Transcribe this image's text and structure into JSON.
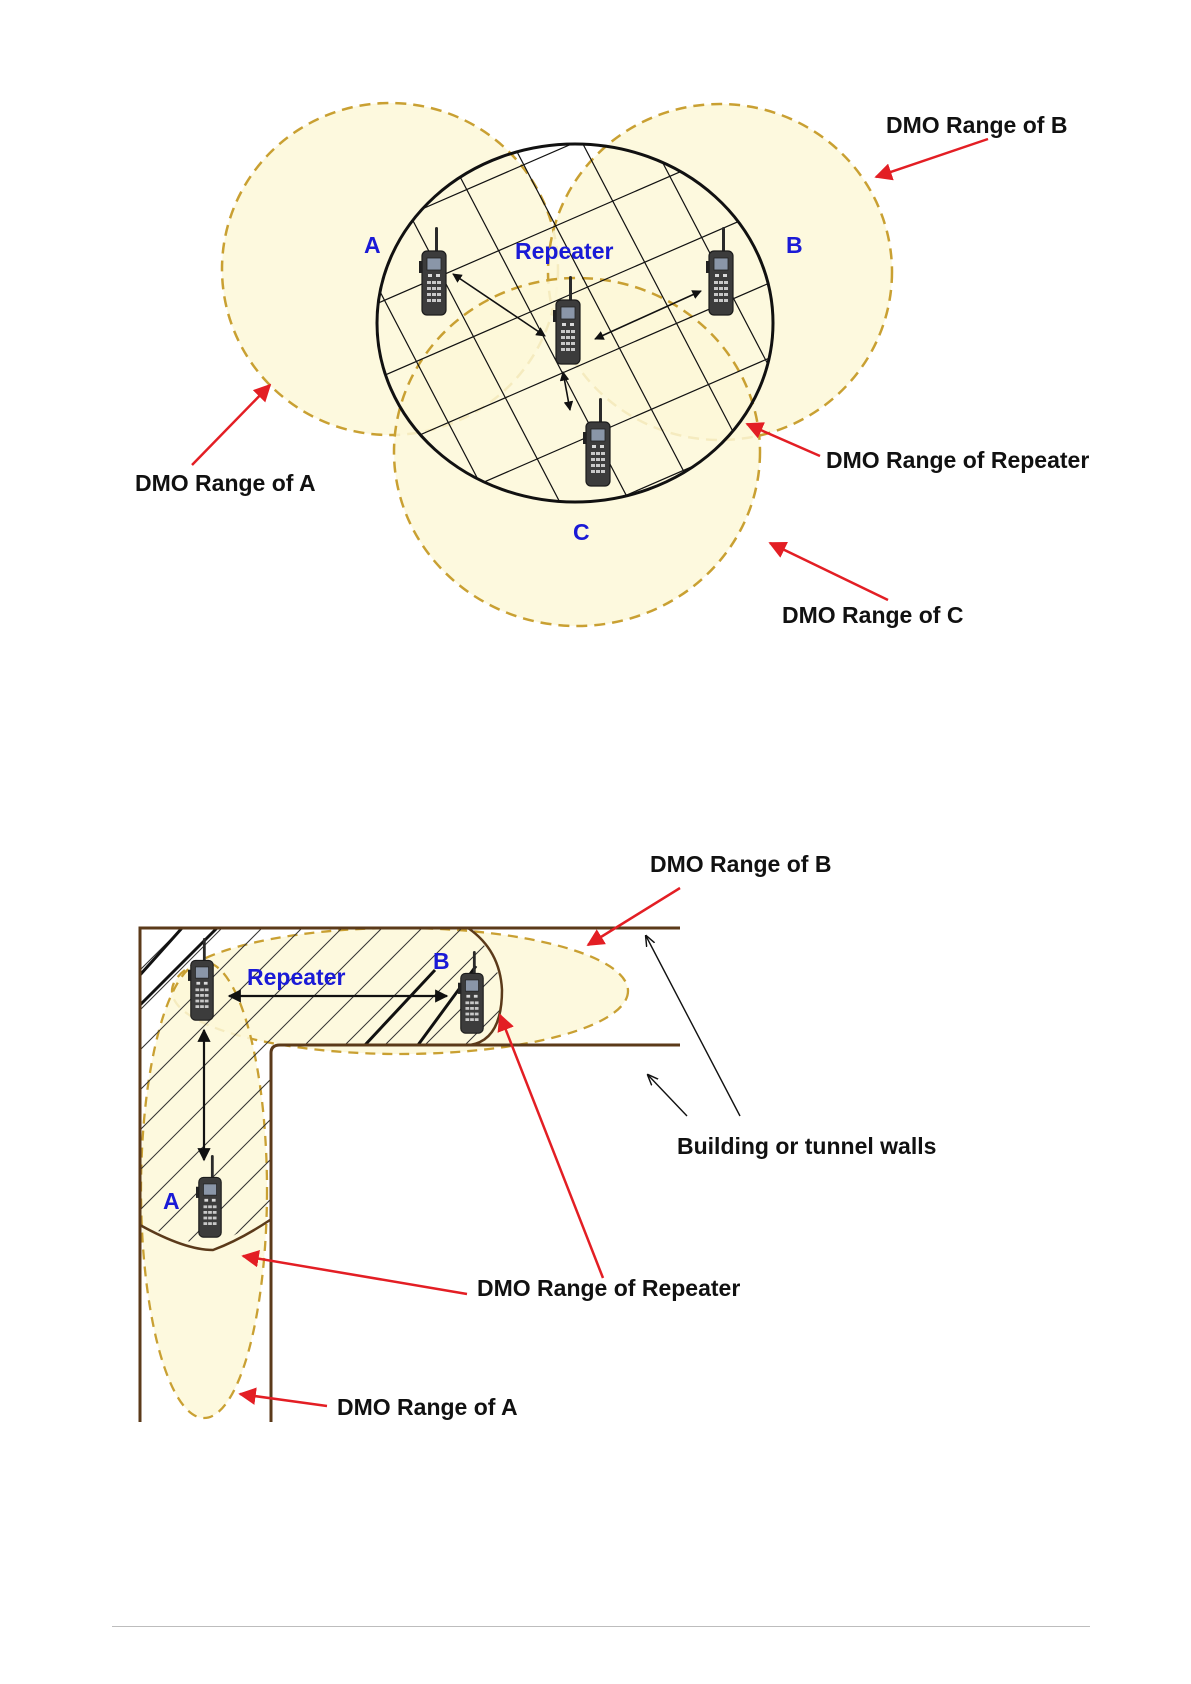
{
  "diagram1": {
    "labels": {
      "dmo_range_b": "DMO Range of B",
      "dmo_range_a": "DMO Range of A",
      "dmo_range_repeater": "DMO Range of Repeater",
      "dmo_range_c": "DMO Range of C",
      "node_a": "A",
      "node_b": "B",
      "node_c": "C",
      "node_repeater": "Repeater"
    }
  },
  "diagram2": {
    "labels": {
      "dmo_range_b": "DMO Range of B",
      "walls": "Building or tunnel walls",
      "dmo_range_repeater": "DMO Range of Repeater",
      "dmo_range_a": "DMO Range of A",
      "node_a": "A",
      "node_b": "B",
      "node_repeater": "Repeater"
    }
  },
  "colors": {
    "range_fill": "#fdf8d8",
    "range_stroke": "#c9a032",
    "pointer_arrow": "#e31e24",
    "node_label": "#1a1ad6",
    "wall": "#5b3a1a"
  },
  "icons": [
    "radio-handset-icon"
  ]
}
